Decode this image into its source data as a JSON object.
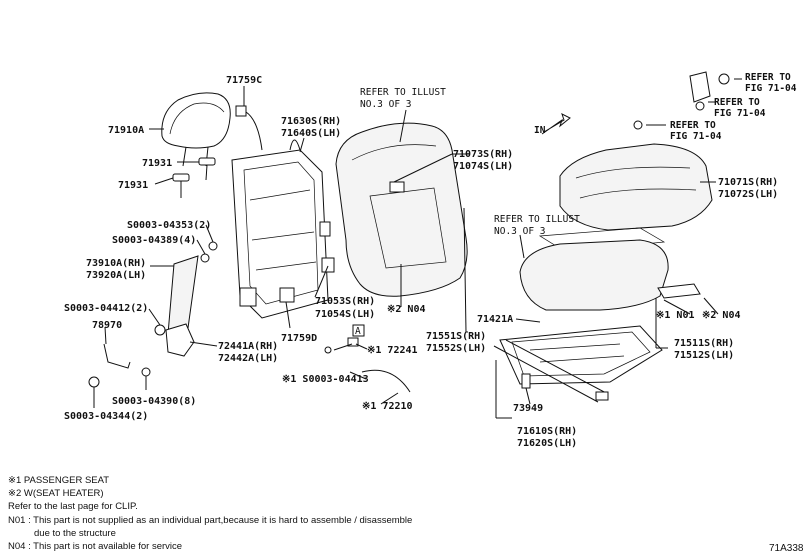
{
  "parts": {
    "p71759c": "71759C",
    "p71910a": "71910A",
    "p71931a": "71931",
    "p71931b": "71931",
    "p71630s": "71630S(RH)",
    "p71640s": "71640S(LH)",
    "s0435": "S0003-04353(2)",
    "s0438": "S0003-04389(4)",
    "p73910a": "73910A(RH)",
    "p73920a": "73920A(LH)",
    "s0441": "S0003-04412(2)",
    "p78970": "78970",
    "p72441a": "72441A(RH)",
    "p72442a": "72442A(LH)",
    "s0439": "S0003-04390(8)",
    "s0434": "S0003-04344(2)",
    "p71759d": "71759D",
    "p71053s": "71053S(RH)",
    "p71054s": "71054S(LH)",
    "n04a": "※2 N04",
    "p72241": "※1 72241",
    "s0444": "※1 S0003-04413",
    "p72210": "※1 72210",
    "p71551s": "71551S(RH)",
    "p71552s": "71552S(LH)",
    "p71073s": "71073S(RH)",
    "p71074s": "71074S(LH)",
    "p71071s": "71071S(RH)",
    "p71072s": "71072S(LH)",
    "p71421a": "71421A",
    "n01": "※1 N01",
    "n04b": "※2 N04",
    "p71511s": "71511S(RH)",
    "p71512s": "71512S(LH)",
    "p73949": "73949",
    "p71610s": "71610S(RH)",
    "p71620s": "71620S(LH)"
  },
  "refs": {
    "illust1_l1": "REFER TO ILLUST",
    "illust1_l2": "NO.3 OF 3",
    "illust2_l1": "REFER TO ILLUST",
    "illust2_l2": "NO.3 OF 3",
    "fig1_l1": "REFER TO",
    "fig1_l2": "FIG 71-04",
    "fig2_l1": "REFER TO",
    "fig2_l2": "FIG 71-04",
    "fig3_l1": "REFER TO",
    "fig3_l2": "FIG 71-04",
    "box_a": "A",
    "in_arrow": "IN"
  },
  "notes": {
    "n1": "※1  PASSENGER SEAT",
    "n2": "※2  W(SEAT HEATER)",
    "n3": "Refer to the last page for CLIP.",
    "n4": "N01 : This part is not supplied as an individual part,because it is hard to assemble / disassemble",
    "n4b": "due to the structure",
    "n5": "N04 : This part is not available for service"
  },
  "diagram_code": "71A338"
}
